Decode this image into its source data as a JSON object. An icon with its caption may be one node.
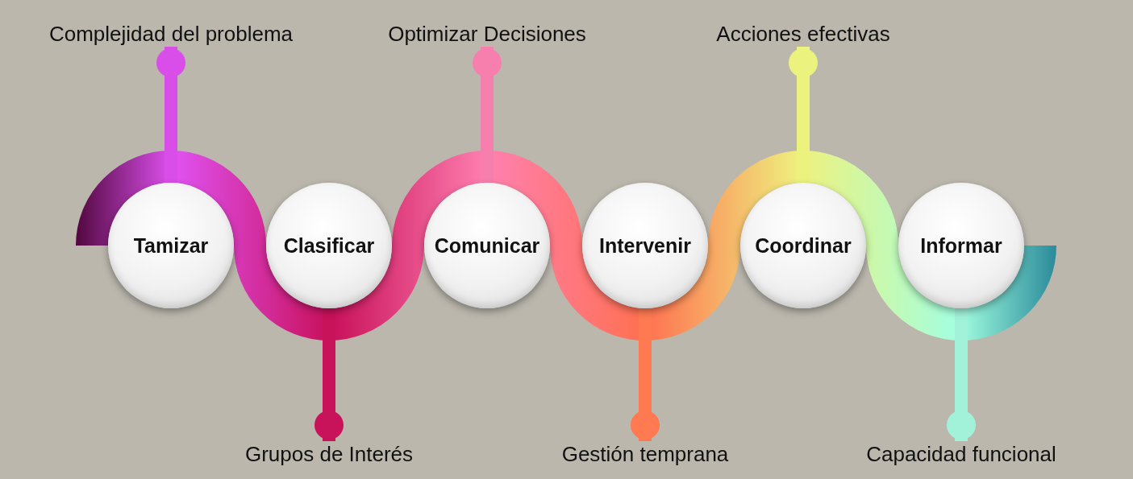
{
  "diagram": {
    "nodes": [
      {
        "text": [
          "Tamizar"
        ]
      },
      {
        "text": [
          "Clasificar"
        ]
      },
      {
        "text": [
          "Comunicar"
        ]
      },
      {
        "text": [
          "Intervenir"
        ]
      },
      {
        "text": [
          "Coordinar"
        ]
      },
      {
        "text": [
          "Informar"
        ]
      },
      {
        "text": [
          "Complejidad del problema"
        ]
      },
      {
        "text": [
          "Grupos de Interés"
        ]
      },
      {
        "text": [
          "Optimizar Decisiones"
        ]
      },
      {
        "text": [
          "Gestión temprana"
        ]
      },
      {
        "text": [
          "Acciones efectivas"
        ]
      },
      {
        "text": [
          "Capacidad funcional"
        ]
      }
    ],
    "edges": [
      {
        "from": 0,
        "to": 6,
        "arrow": "other",
        "color": "#d94ee8"
      },
      {
        "from": 1,
        "to": 7,
        "arrow": "other",
        "color": "#c8125a"
      },
      {
        "from": 2,
        "to": 8,
        "arrow": "other",
        "color": "#f77fae"
      },
      {
        "from": 3,
        "to": 9,
        "arrow": "other",
        "color": "#ff7a50"
      },
      {
        "from": 4,
        "to": 10,
        "arrow": "other",
        "color": "#ecf27e"
      },
      {
        "from": 5,
        "to": 11,
        "arrow": "other",
        "color": "#a2f2da"
      }
    ]
  }
}
